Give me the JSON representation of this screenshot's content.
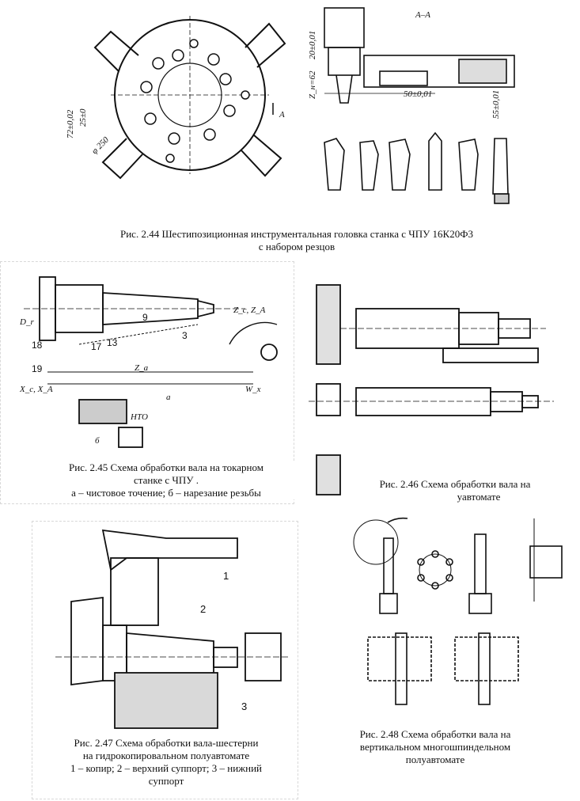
{
  "captions": {
    "fig244": {
      "line1": "Рис. 2.44 Шестипозиционная инструментальная головка станка с ЧПУ 16К20Ф3",
      "line2": "с набором резцов"
    },
    "fig245": {
      "line1": "Рис. 2.45 Схема обработки вала на токарном",
      "line2": "станке с ЧПУ .",
      "line3": "а – чистовое точение; б – нарезание резьбы"
    },
    "fig246": {
      "line1": "Рис. 2.46 Схема обработки вала на",
      "line2": "уавтомате"
    },
    "fig247": {
      "line1": "Рис. 2.47 Схема обработки вала-шестерни",
      "line2": "на гидрокопировальном полуавтомате",
      "line3": "1 – копир; 2 – верхний суппорт; 3 – нижний",
      "line4": "суппорт"
    },
    "fig248": {
      "line1": "Рис. 2.48 Схема обработки вала на",
      "line2": "вертикальном многошпиндельном",
      "line3": "полуавтомате"
    }
  },
  "labels": {
    "section": "А–А",
    "arrow": "А",
    "dim_diameter": "φ 250",
    "dim_72": "72±0,02",
    "dim_25": "25±0",
    "dim_20": "20±0,01",
    "dim_62": "Z_н=62",
    "dim_50": "50±0,01",
    "dim_55": "55±0,01",
    "fig245_a": "а",
    "fig245_b": "б",
    "fig245_za": "Z_a",
    "fig245_zc": "Z_c, Z_A",
    "fig245_xc": "X_c, X_A",
    "fig245_dr": "D_r",
    "fig245_wx": "W_x",
    "fig245_hto": "НТО",
    "fig247_n1": "1",
    "fig247_n2": "2",
    "fig247_n3": "3"
  }
}
